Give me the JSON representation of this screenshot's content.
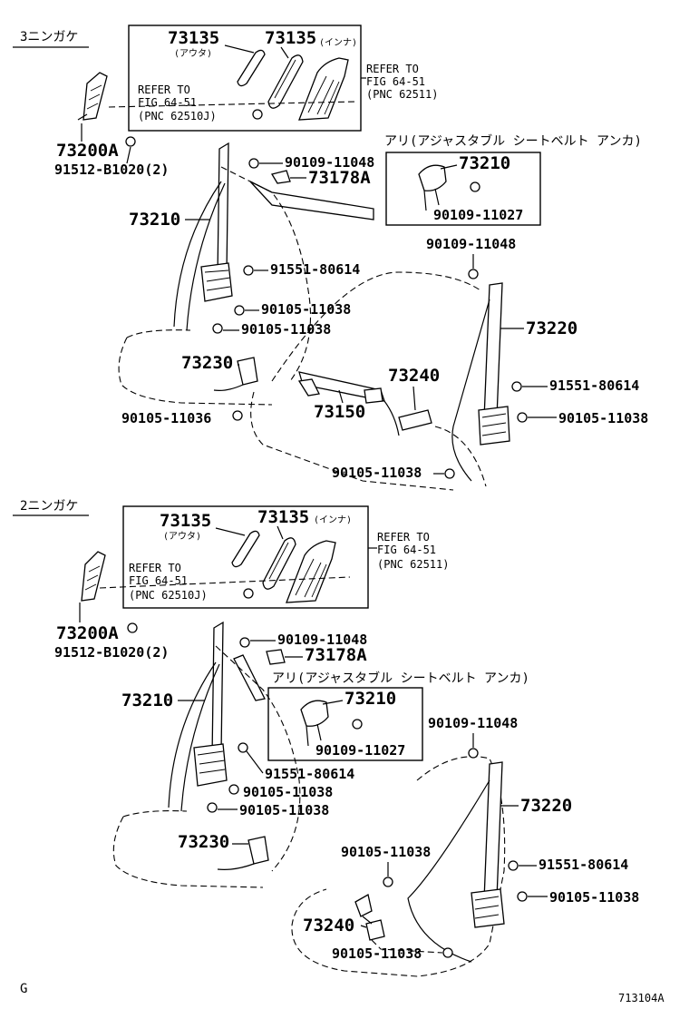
{
  "sections": [
    {
      "heading": "3ニンガケ",
      "parts": {
        "p73135_outer": "73135",
        "p73135_outer_sub": "(アウタ)",
        "p73135_inner": "73135",
        "p73135_inner_sub": "(インナ)",
        "p73200A": "73200A",
        "p91512": "91512-B1020(2)",
        "p90109_a": "90109-11048",
        "p73178A": "73178A",
        "p73210": "73210",
        "p91551_a": "91551-80614",
        "p90105_a": "90105-11038",
        "p90105_b": "90105-11038",
        "p73230": "73230",
        "p90105_c": "90105-11036",
        "p73150": "73150",
        "p73240": "73240",
        "p90105_d": "90105-11038",
        "p90109_b": "90109-11048",
        "p73220": "73220",
        "p91551_b": "91551-80614",
        "p90105_e": "90105-11038"
      },
      "refer_left": [
        "REFER TO",
        "FIG 64-51",
        "(PNC 62510J)"
      ],
      "refer_right": [
        "REFER TO",
        "FIG 64-51",
        "(PNC 62511)"
      ],
      "adjustable": {
        "title": "アリ(アジャスタブル シートベルト アンカ)",
        "part": "73210",
        "bolt": "90109-11027"
      }
    },
    {
      "heading": "2ニンガケ",
      "parts": {
        "p73135_outer": "73135",
        "p73135_outer_sub": "(アウタ)",
        "p73135_inner": "73135",
        "p73135_inner_sub": "(インナ)",
        "p73200A": "73200A",
        "p91512": "91512-B1020(2)",
        "p90109_a": "90109-11048",
        "p73178A": "73178A",
        "p73210": "73210",
        "p91551_a": "91551-80614",
        "p90105_a": "90105-11038",
        "p90105_b": "90105-11038",
        "p73230": "73230",
        "p90109_b": "90109-11048",
        "p73220": "73220",
        "p90105_f": "90105-11038",
        "p91551_b": "91551-80614",
        "p90105_e": "90105-11038",
        "p73240": "73240",
        "p90105_d": "90105-11038"
      },
      "refer_left": [
        "REFER TO",
        "FIG 64-51",
        "(PNC 62510J)"
      ],
      "refer_right": [
        "REFER TO",
        "FIG 64-51",
        "(PNC 62511)"
      ],
      "adjustable": {
        "title": "アリ(アジャスタブル シートベルト アンカ)",
        "part": "73210",
        "bolt": "90109-11027"
      }
    }
  ],
  "footer": {
    "left_mark": "G",
    "figure_code": "713104A"
  }
}
